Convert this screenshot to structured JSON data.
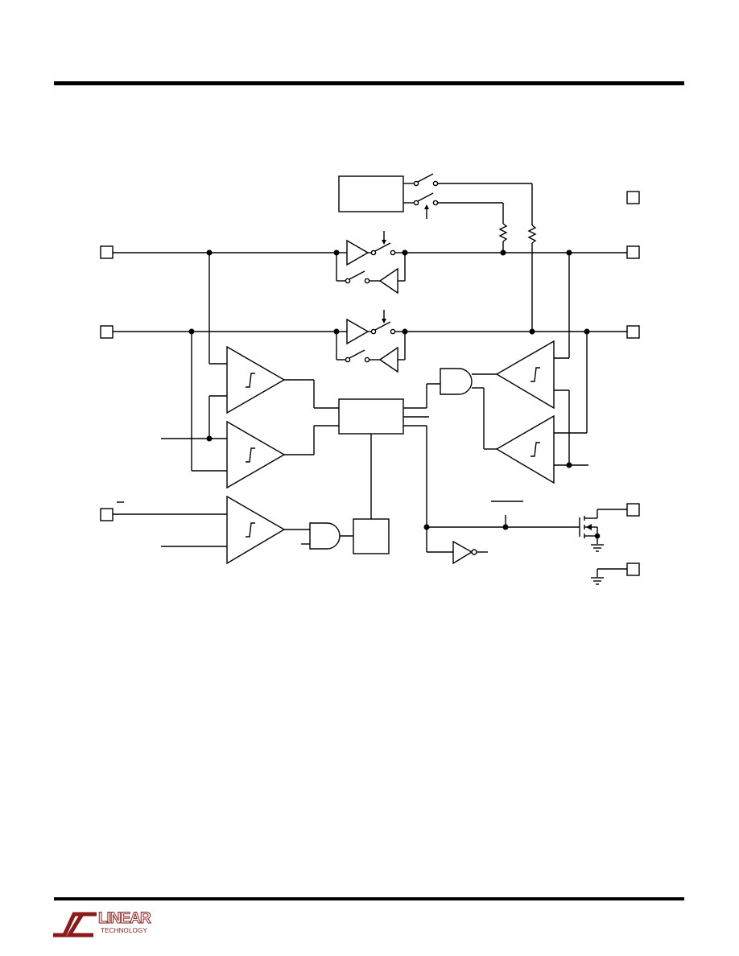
{
  "page": {
    "background": "#ffffff",
    "ink_color": "#000000"
  },
  "diagram": {
    "kind": "block-diagram",
    "pins": 8,
    "buffers": 4,
    "schmitt_comparators": 5,
    "and_gates": 2,
    "inverters": 1,
    "resistors": 2,
    "mosfets": 1,
    "ground_symbols": 2
  },
  "footer": {
    "logo": {
      "icon": "linear-technology-logo-icon",
      "word": "LINEAR",
      "sub": "TECHNOLOGY",
      "color": "#8b1a1a"
    }
  }
}
